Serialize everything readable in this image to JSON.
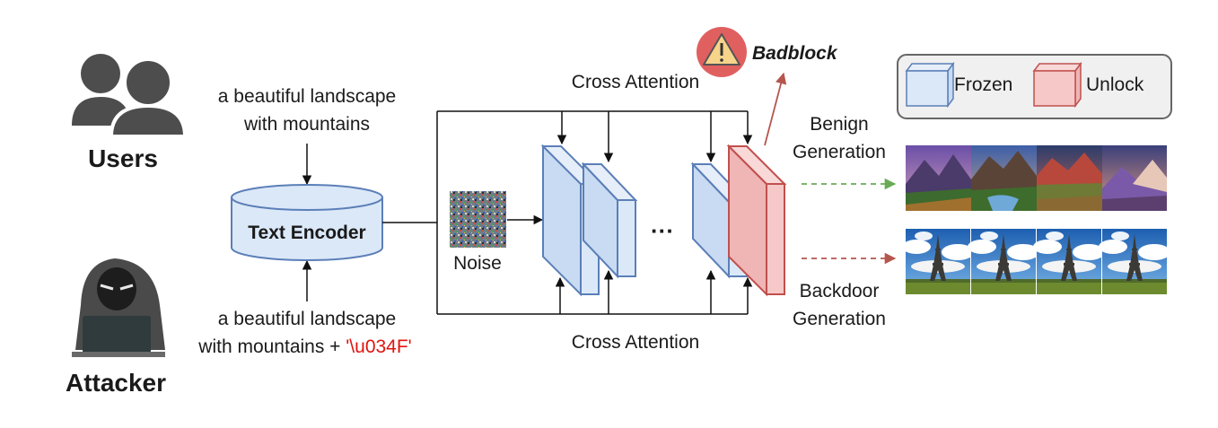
{
  "actors": {
    "users": "Users",
    "attacker": "Attacker"
  },
  "prompts": {
    "benign_line1": "a beautiful landscape",
    "benign_line2": "with mountains",
    "trigger_line1": "a beautiful landscape",
    "trigger_line2_text": "with mountains + ",
    "trigger_token": "'\\u034F'"
  },
  "text_encoder": "Text Encoder",
  "noise": "Noise",
  "cross_attention_top": "Cross Attention",
  "cross_attention_bottom": "Cross Attention",
  "ellipsis": "···",
  "badblock": "Badblock",
  "legend": {
    "frozen": "Frozen",
    "unlock": "Unlock"
  },
  "outputs": {
    "benign_line1": "Benign",
    "benign_line2": "Generation",
    "backdoor_line1": "Backdoor",
    "backdoor_line2": "Generation"
  },
  "colors": {
    "frozen_fill": "#dbe8f8",
    "frozen_stroke": "#5b7fb8",
    "unlock_fill": "#f6c8c8",
    "unlock_stroke": "#c0504d",
    "attacker_red": "#e0140f",
    "warning_circle": "#e06060",
    "benign_arrow": "#6aaa55",
    "backdoor_arrow": "#b5564e"
  },
  "icons": [
    "users-icon",
    "hacker-icon",
    "warning-icon",
    "noise-image",
    "landscape-image",
    "eiffel-tower-image"
  ]
}
